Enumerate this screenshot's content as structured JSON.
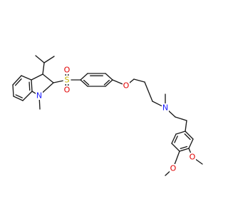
{
  "molecule": {
    "atoms": {
      "sulfur": {
        "symbol": "S",
        "color": "#c8b400"
      },
      "sulfonyl_oxygen_top": {
        "symbol": "O",
        "color": "#e00000"
      },
      "sulfonyl_oxygen_bottom": {
        "symbol": "O",
        "color": "#e00000"
      },
      "indoline_nitrogen": {
        "symbol": "N",
        "color": "#1a1aff"
      },
      "ether_oxygen": {
        "symbol": "O",
        "color": "#e00000"
      },
      "amine_nitrogen": {
        "symbol": "N",
        "color": "#1a1aff"
      },
      "methoxy_oxygen_left": {
        "symbol": "O",
        "color": "#e00000"
      },
      "methoxy_oxygen_right": {
        "symbol": "O",
        "color": "#e00000"
      }
    },
    "bond_color": "#1a1a1a",
    "background": "#ffffff"
  }
}
